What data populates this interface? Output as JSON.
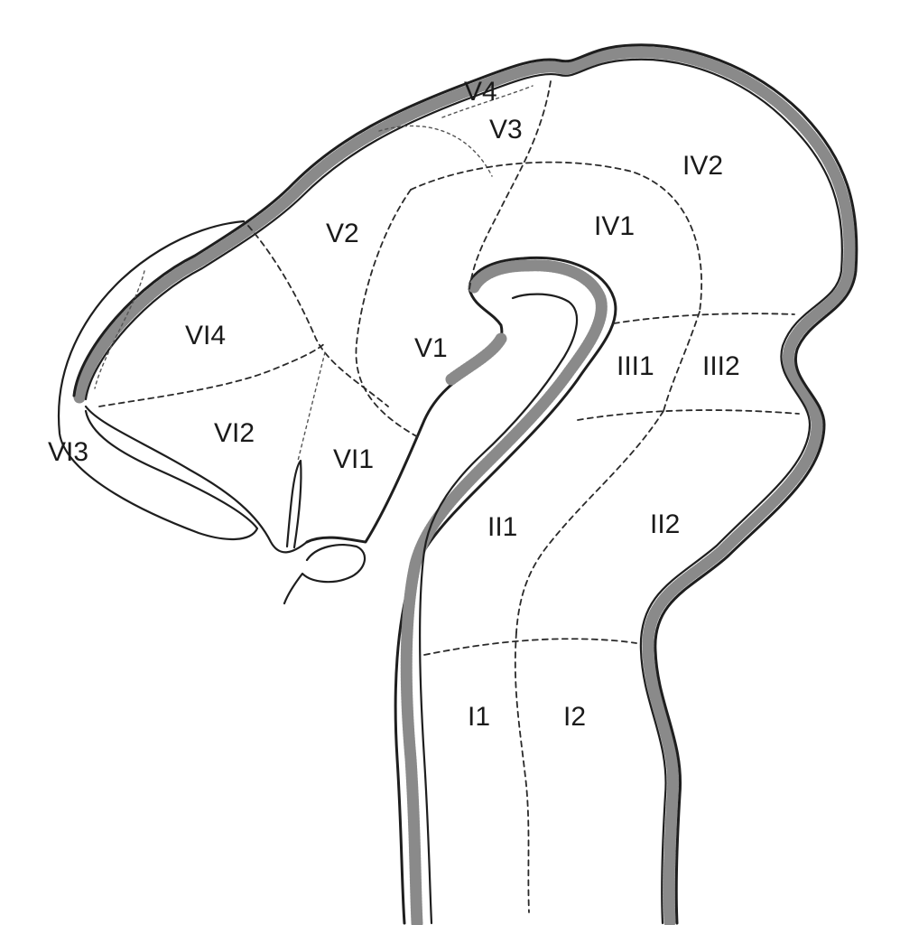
{
  "regions": {
    "v4": "V4",
    "v3": "V3",
    "iv2": "IV2",
    "v2": "V2",
    "iv1": "IV1",
    "vi4": "VI4",
    "v1": "V1",
    "iii1": "III1",
    "iii2": "III2",
    "vi2": "VI2",
    "vi3": "VI3",
    "vi1": "VI1",
    "ii1": "II1",
    "ii2": "II2",
    "i1": "I1",
    "i2": "I2"
  }
}
